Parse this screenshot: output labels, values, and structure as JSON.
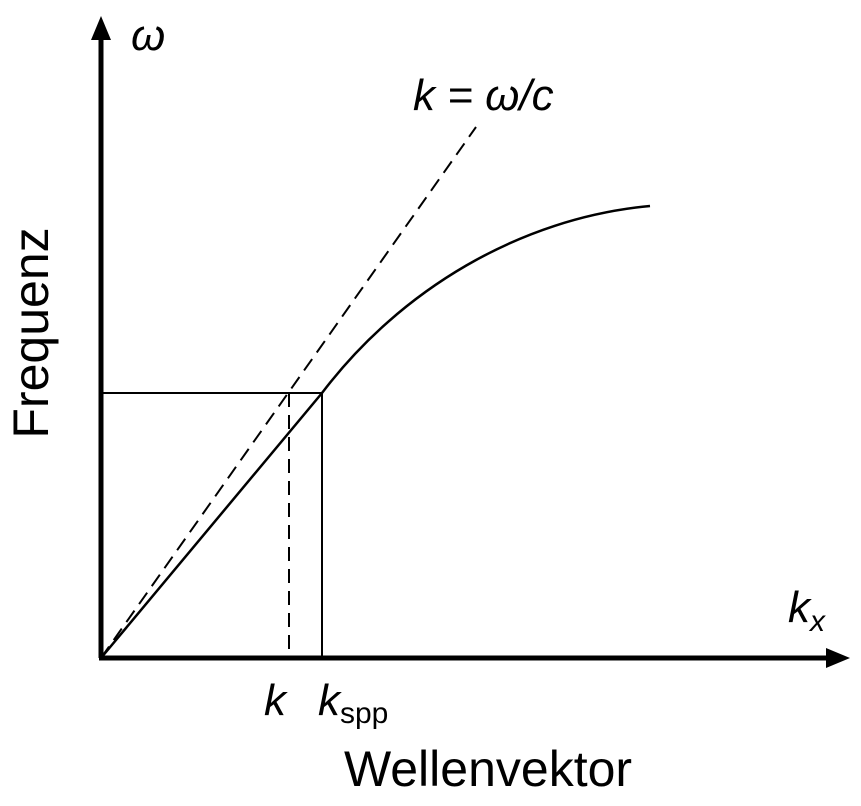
{
  "diagram": {
    "y_axis_symbol": "ω",
    "x_axis_symbol": "k",
    "x_axis_symbol_sub": "x",
    "y_axis_title": "Frequenz",
    "x_axis_title": "Wellenvektor",
    "light_line_label": "k = ω/c",
    "tick_k": "k",
    "tick_kspp": "k",
    "tick_kspp_sub": "spp"
  }
}
